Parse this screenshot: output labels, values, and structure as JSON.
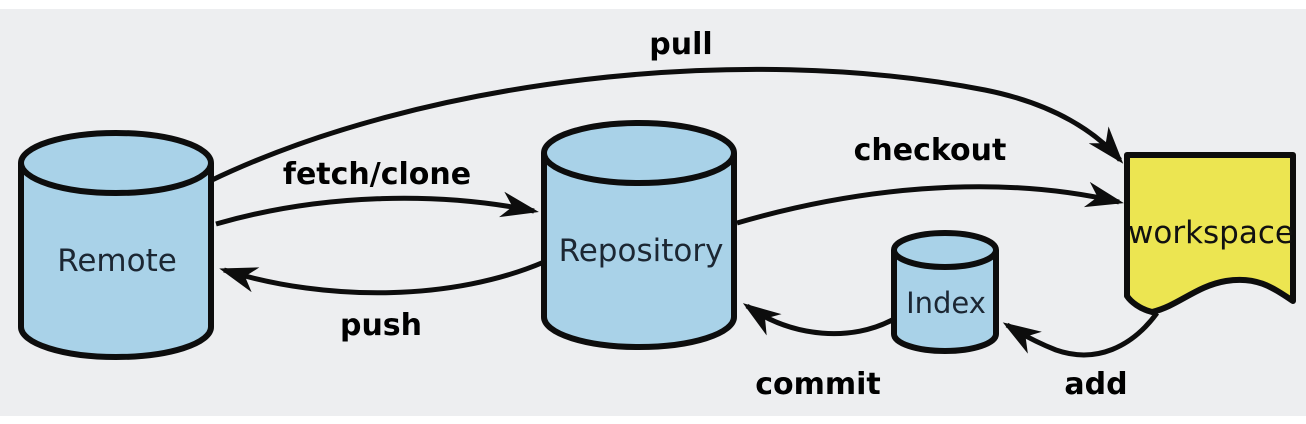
{
  "diagram": {
    "type": "flow-diagram",
    "subject": "git-data-flow",
    "nodes": [
      {
        "id": "remote",
        "label": "Remote",
        "shape": "cylinder"
      },
      {
        "id": "repository",
        "label": "Repository",
        "shape": "cylinder"
      },
      {
        "id": "index",
        "label": "Index",
        "shape": "cylinder"
      },
      {
        "id": "workspace",
        "label": "workspace",
        "shape": "document"
      }
    ],
    "edges": [
      {
        "label": "pull",
        "from": "remote",
        "to": "workspace"
      },
      {
        "label": "fetch/clone",
        "from": "remote",
        "to": "repository"
      },
      {
        "label": "checkout",
        "from": "repository",
        "to": "workspace"
      },
      {
        "label": "push",
        "from": "repository",
        "to": "remote"
      },
      {
        "label": "commit",
        "from": "index",
        "to": "repository"
      },
      {
        "label": "add",
        "from": "workspace",
        "to": "index"
      }
    ],
    "colors": {
      "background": "#edeef0",
      "margin_strip": "#ffffff",
      "cylinder_fill": "#a9d2e8",
      "workspace_fill": "#ece551",
      "stroke": "#0d0d0d",
      "node_label": "#1c2733",
      "workspace_label": "#111111",
      "edge_label": "#000000"
    }
  }
}
